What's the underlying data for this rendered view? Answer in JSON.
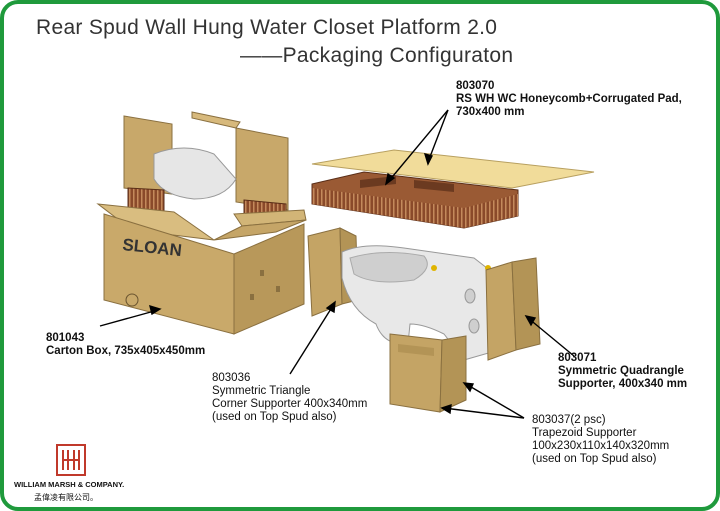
{
  "title": {
    "line1": "Rear Spud  Wall Hung  Water Closet  Platform 2.0",
    "line2": "——Packaging  Configuraton"
  },
  "parts": [
    {
      "code": "803070",
      "desc": "RS WH WC Honeycomb+Corrugated Pad,",
      "size": "730x400 mm"
    },
    {
      "code": "801043",
      "desc": "Carton Box, 735x405x450mm"
    },
    {
      "code": "803036",
      "desc": "Symmetric Triangle",
      "size": "Corner Supporter 400x340mm",
      "note": "(used on Top Spud also)"
    },
    {
      "code": "803071",
      "desc": "Symmetric Quadrangle",
      "size": "Supporter, 400x340 mm"
    },
    {
      "code": "803037(2 psc)",
      "desc": "Trapezoid Supporter",
      "size": "100x230x110x140x320mm",
      "note": "(used on Top Spud also)"
    }
  ],
  "brand_on_box": "SLOAN",
  "logo": {
    "en": "WILLIAM MARSH & COMPANY.",
    "cn": "孟偉凌有限公司。"
  },
  "colors": {
    "border": "#1f9a3c",
    "cardboard": "#c9a96a",
    "honeycomb": "#8a4a2a",
    "pad": "#f1dc9a",
    "logo": "#c0392b"
  }
}
